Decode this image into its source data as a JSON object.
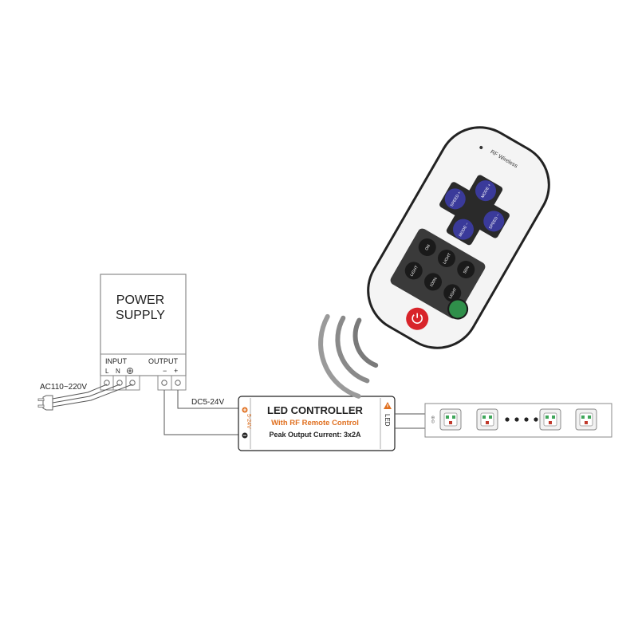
{
  "power_supply": {
    "title_line1": "POWER",
    "title_line2": "SUPPLY",
    "input_label": "INPUT",
    "output_label": "OUTPUT",
    "terminal_l": "L",
    "terminal_n": "N",
    "terminal_minus": "−",
    "terminal_plus": "+"
  },
  "ac_input_label": "AC110~220V",
  "dc_label": "DC5-24V",
  "controller": {
    "title": "LED CONTROLLER",
    "subtitle": "With RF Remote Control",
    "peak_output": "Peak Output Current: 3x2A",
    "voltage_side": "5-24V",
    "led_side": "LED"
  },
  "remote": {
    "brand_label": "RF Wireless",
    "speed_up": "SPEED +",
    "speed_down": "SPEED −",
    "mode_up": "MODE +",
    "mode_down": "MODE −",
    "button_left_1": "ON",
    "button_left_2": "LIGHT",
    "button_mid_1": "50%",
    "button_mid_2": "LIGHT",
    "button_right_1": "100%",
    "button_right_2": "LIGHT"
  },
  "colors": {
    "wire": "#555555",
    "box_stroke": "#888888",
    "controller_accent": "#e07020",
    "remote_body": "#f4f4f4",
    "remote_outline": "#222222",
    "blue_button": "#3a3a9a",
    "black_button": "#1a1a1a",
    "green_button": "#2f8f4a",
    "red_button": "#d8242a",
    "led_green": "#3fa65a",
    "led_red": "#c0392b"
  }
}
